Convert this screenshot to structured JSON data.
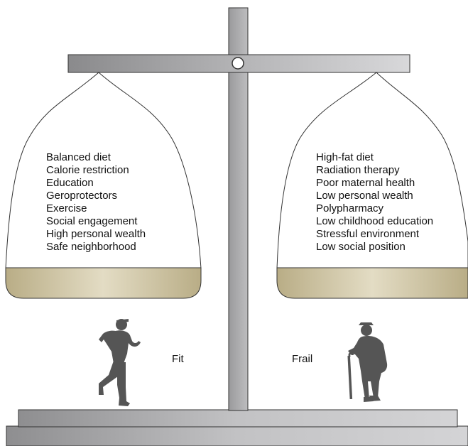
{
  "left_pan": {
    "factors": [
      "Balanced diet",
      "Calorie restriction",
      "Education",
      "Geroprotectors",
      "Exercise",
      "Social engagement",
      "High personal wealth",
      "Safe neighborhood"
    ],
    "figure_label": "Fit",
    "figure_icon": "running-man-icon"
  },
  "right_pan": {
    "factors": [
      "High-fat diet",
      "Radiation therapy",
      "Poor maternal health",
      "Low personal wealth",
      "Polypharmacy",
      "Low childhood education",
      "Stressful environment",
      "Low social position"
    ],
    "figure_label": "Frail",
    "figure_icon": "elderly-man-with-cane-icon"
  },
  "colors": {
    "frame_dark": "#8a8a8c",
    "frame_light": "#d6d6d8",
    "pan_gold_edge": "#b9ad86",
    "pan_gold_center": "#e3dcc4",
    "silhouette": "#555555"
  }
}
